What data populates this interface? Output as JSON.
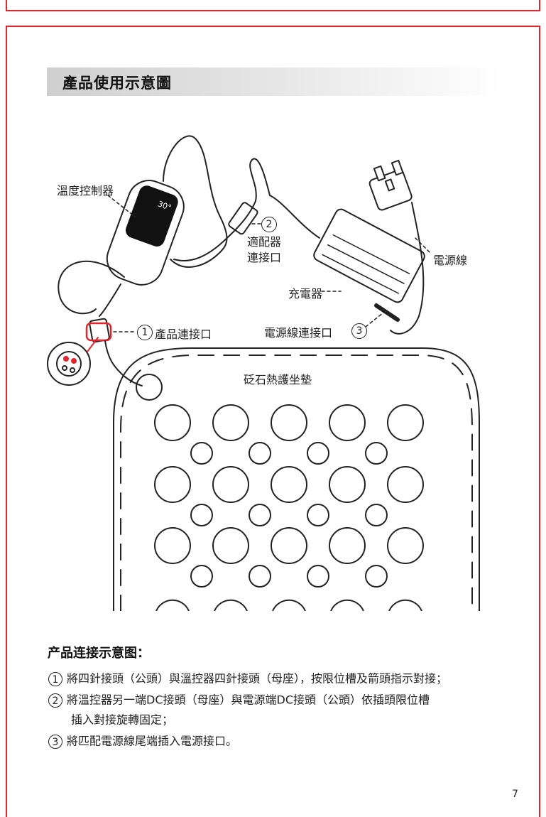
{
  "section": {
    "title": "產品使用示意圖"
  },
  "diagram": {
    "labels": {
      "controller": "溫度控制器",
      "adapter_line1": "適配器",
      "adapter_line2": "連接口",
      "power_cord": "電源線",
      "charger": "充電器",
      "power_port": "電源線連接口",
      "product_port": "產品連接口",
      "mat": "砭石熱護坐墊",
      "display": "30°"
    },
    "markers": {
      "one": "1",
      "two": "2",
      "three": "3"
    }
  },
  "notes": {
    "title": "产品连接示意图：",
    "steps": [
      {
        "num": "1",
        "text": "將四針接頭（公頭）與溫控器四針接頭（母座），按限位槽及箭頭指示對接；"
      },
      {
        "num": "2",
        "text": "將溫控器另一端DC接頭（母座）與電源端DC接頭（公頭）依插頭限位槽"
      },
      {
        "num": "",
        "text": "插入對接旋轉固定；"
      },
      {
        "num": "3",
        "text": "將匹配電源線尾端插入電源接口。"
      }
    ]
  },
  "page_number": "7",
  "colors": {
    "accent": "#e0262e",
    "line": "#222222"
  }
}
